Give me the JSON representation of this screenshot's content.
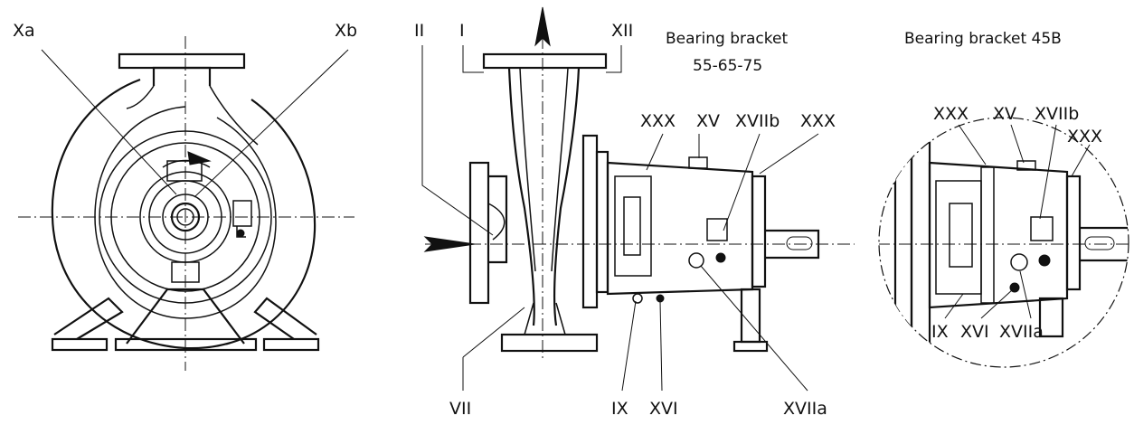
{
  "front_view": {
    "labels": {
      "xa": "Xa",
      "xb": "Xb"
    }
  },
  "side_view": {
    "title_line1": "Bearing bracket",
    "title_line2": "55-65-75",
    "labels": {
      "ii": "II",
      "i": "I",
      "xii": "XII",
      "xxx_left": "XXX",
      "xv": "XV",
      "xviib": "XVIIb",
      "xxx_right": "XXX",
      "vii": "VII",
      "ix": "IX",
      "xvi": "XVI",
      "xviia": "XVIIa"
    }
  },
  "detail_view": {
    "title": "Bearing bracket 45B",
    "labels": {
      "xxx_left": "XXX",
      "xv": "XV",
      "xviib": "XVIIb",
      "xxx_right": "XXX",
      "ix": "IX",
      "xvi": "XVI",
      "xviia": "XVIIa"
    }
  }
}
